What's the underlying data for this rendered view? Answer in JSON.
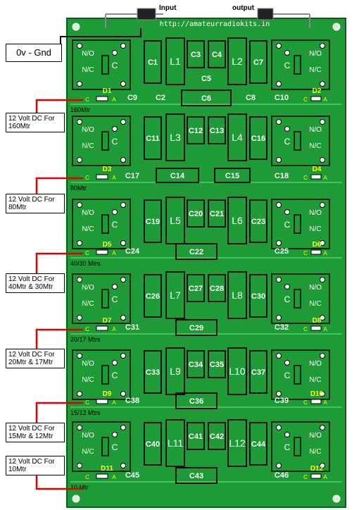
{
  "board": {
    "url": "http://amateurradiokits.in",
    "input_label": "Input",
    "output_label": "output",
    "ground_label": "0v - Gnd",
    "colors": {
      "pcb": "#1e9a36",
      "silk": "#ffffff",
      "trace": "#43c25a",
      "wire": "#e00000",
      "led": "#ffff00"
    }
  },
  "relay": {
    "no": "N/O",
    "nc": "N/C",
    "coil": "C"
  },
  "led_pins": {
    "c": "C",
    "a": "A"
  },
  "bands": [
    {
      "band_label": "160Mtr",
      "callout": [
        "12 Volt DC For",
        "160Mtr"
      ],
      "caps_top": [
        "C1",
        "C3",
        "C4",
        "C7"
      ],
      "coils": [
        "L1",
        "L2"
      ],
      "cap_mid": "C5",
      "caps_bottom": [
        "C9",
        "C2",
        "C6",
        "C8",
        "C10"
      ],
      "leds": [
        "D1",
        "D2"
      ]
    },
    {
      "band_label": "80Mtr",
      "callout": [
        "12 Volt DC For",
        "80Mtr"
      ],
      "caps_top": [
        "C11",
        "C12",
        "C13",
        "C16"
      ],
      "coils": [
        "L3",
        "L4"
      ],
      "cap_mid": "",
      "caps_bottom": [
        "C17",
        "C14",
        "C15",
        "C18"
      ],
      "leds": [
        "D3",
        "D4"
      ]
    },
    {
      "band_label": "40/30 Mtrs",
      "callout": [
        "12 Volt DC For",
        "40Mtr & 30Mtr"
      ],
      "caps_top": [
        "C19",
        "C20",
        "C21",
        "C23"
      ],
      "coils": [
        "L5",
        "L6"
      ],
      "cap_mid": "",
      "caps_bottom": [
        "C24",
        "C22",
        "C25"
      ],
      "leds": [
        "D5",
        "D6"
      ]
    },
    {
      "band_label": "20/17 Mtrs",
      "callout": [
        "12 Volt DC For",
        "20Mtr & 17Mtr"
      ],
      "caps_top": [
        "C26",
        "C27",
        "C28",
        "C30"
      ],
      "coils": [
        "L7",
        "L8"
      ],
      "cap_mid": "",
      "caps_bottom": [
        "C31",
        "C29",
        "C32"
      ],
      "leds": [
        "D7",
        "D8"
      ]
    },
    {
      "band_label": "15/12 Mtrs",
      "callout": [
        "12 Volt DC For",
        "15Mtr & 12Mtr"
      ],
      "caps_top": [
        "C33",
        "C34",
        "C35",
        "C37"
      ],
      "coils": [
        "L9",
        "L10"
      ],
      "cap_mid": "",
      "caps_bottom": [
        "C38",
        "C36",
        "C39"
      ],
      "leds": [
        "D9",
        "D10"
      ]
    },
    {
      "band_label": "10 Mtr",
      "callout": [
        "12 Volt DC For",
        "10Mtr"
      ],
      "caps_top": [
        "C40",
        "C41",
        "C42",
        "C44"
      ],
      "coils": [
        "L11",
        "L12"
      ],
      "cap_mid": "",
      "caps_bottom": [
        "C45",
        "C43",
        "C46"
      ],
      "leds": [
        "D11",
        "D12"
      ]
    }
  ]
}
